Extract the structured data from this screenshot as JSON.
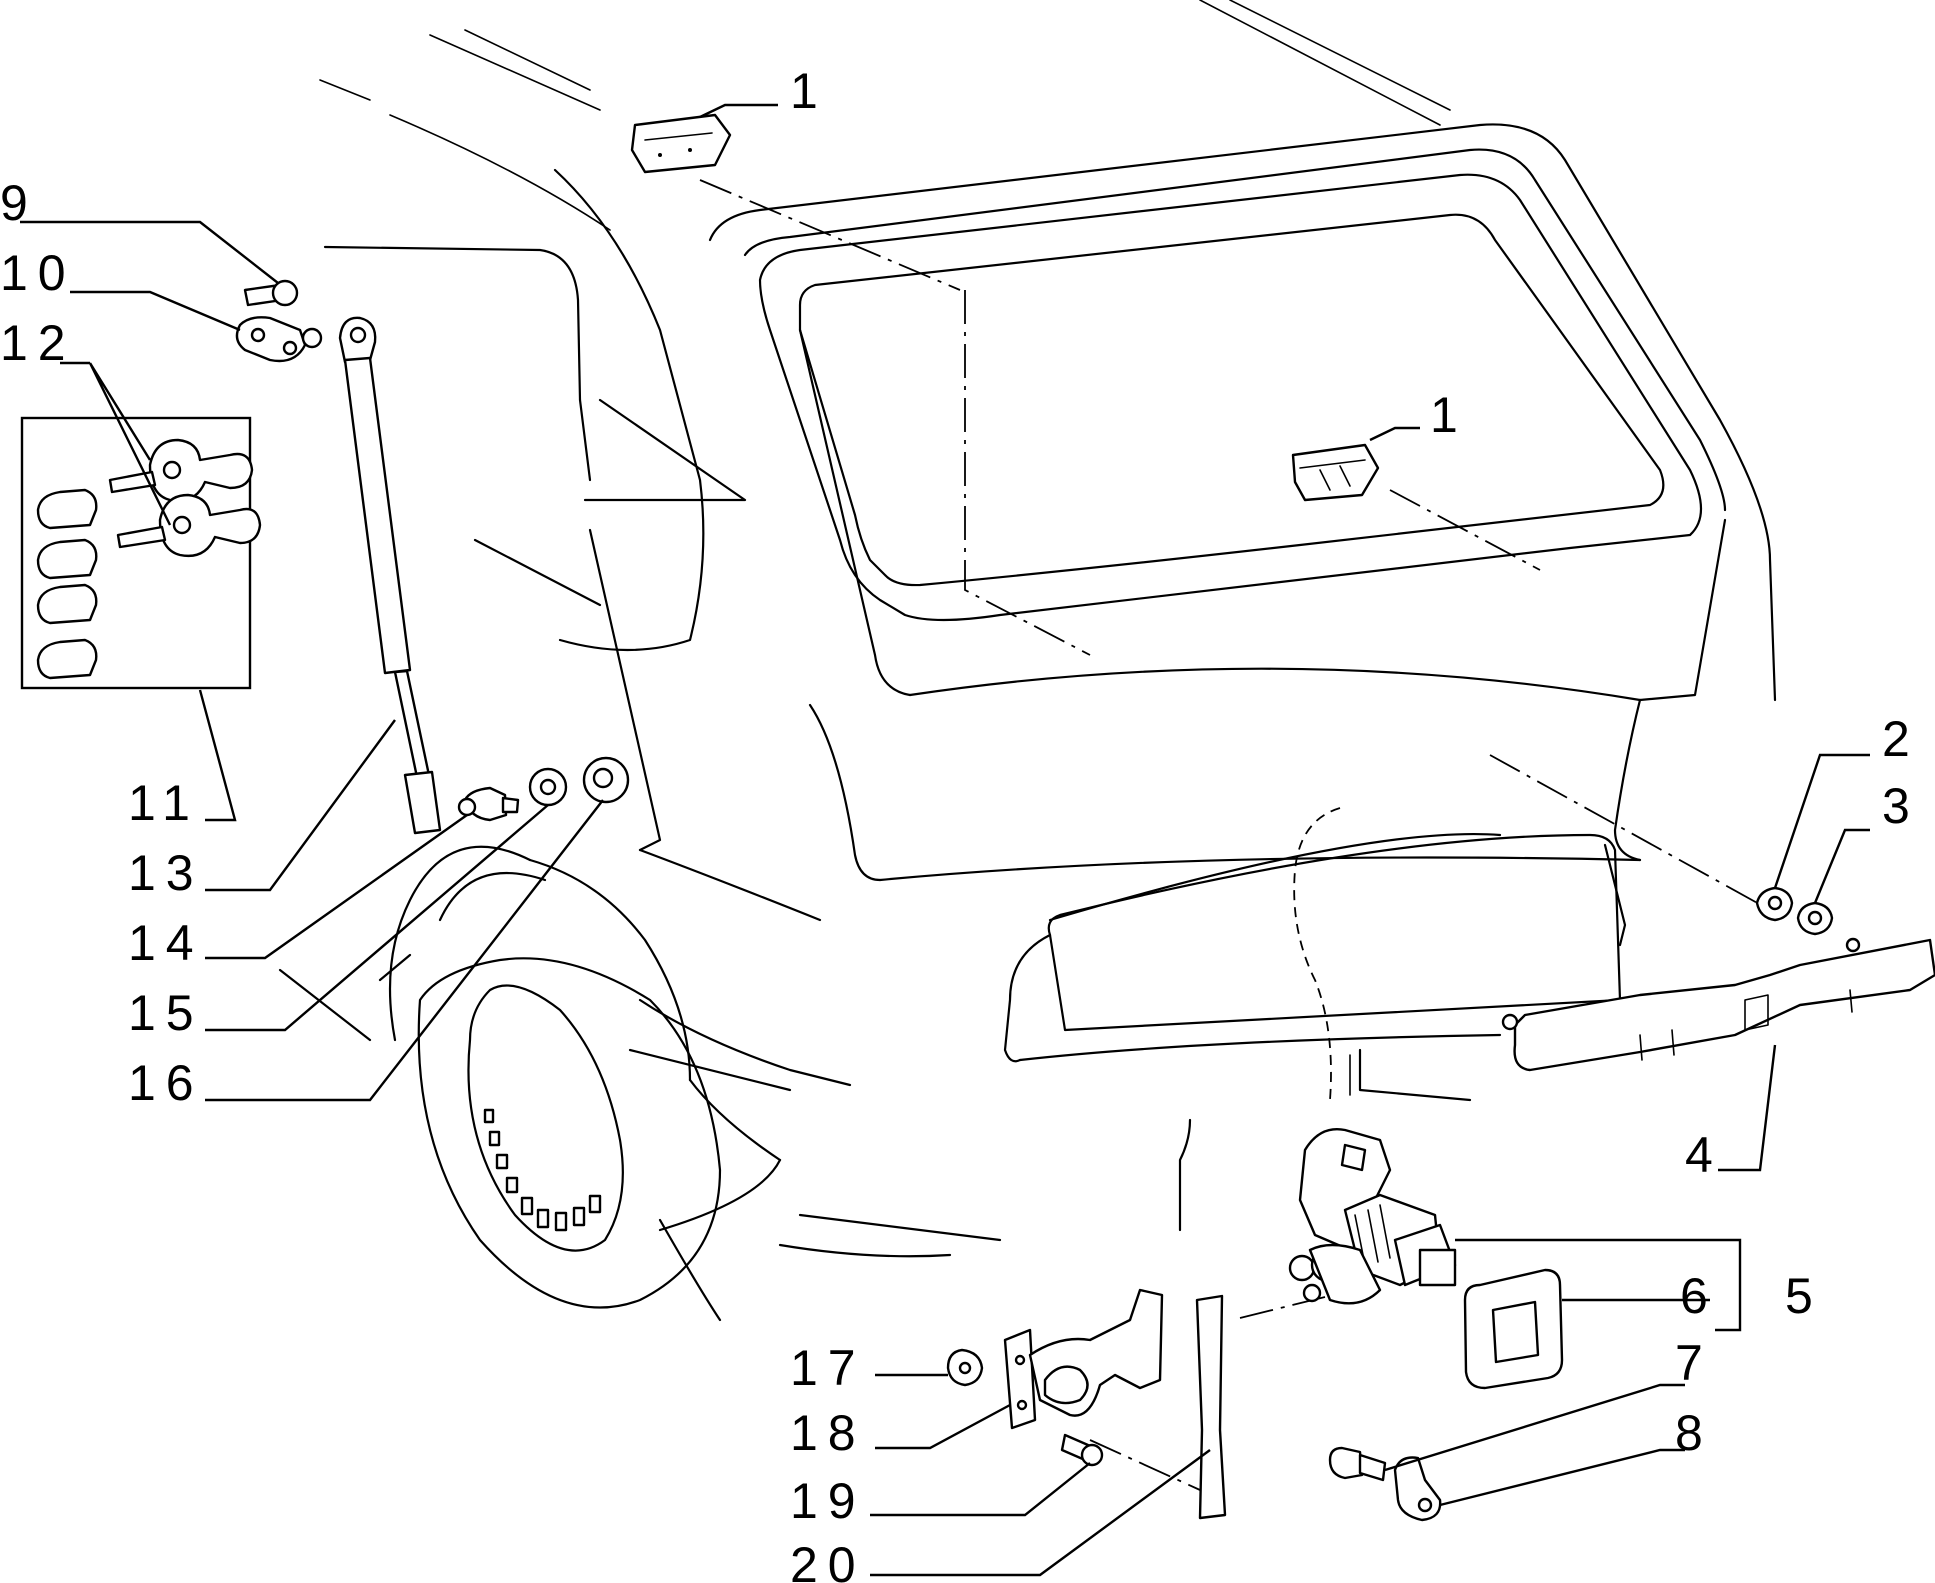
{
  "labels": {
    "l1a": "1",
    "l1b": "1",
    "l2": "2",
    "l3": "3",
    "l4": "4",
    "l5": "5",
    "l6": "6",
    "l7": "7",
    "l8": "8",
    "l9": "9",
    "l10": "10",
    "l11": "11",
    "l12": "12",
    "l13": "13",
    "l14": "14",
    "l15": "15",
    "l16": "16",
    "l17": "17",
    "l18": "18",
    "l19": "19",
    "l20": "20"
  }
}
